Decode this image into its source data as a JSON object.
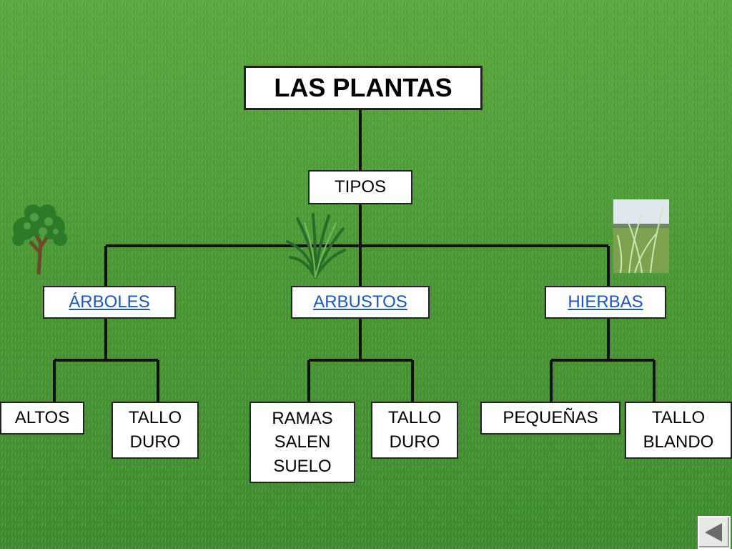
{
  "title": "LAS PLANTAS",
  "level1": {
    "label": "TIPOS"
  },
  "categories": [
    {
      "label": "ÁRBOLES",
      "traits": [
        [
          "ALTOS"
        ],
        [
          "TALLO",
          "DURO"
        ]
      ]
    },
    {
      "label": "ARBUSTOS",
      "traits": [
        [
          "RAMAS",
          "SALEN",
          "SUELO"
        ],
        [
          "TALLO",
          "DURO"
        ]
      ]
    },
    {
      "label": "HIERBAS",
      "traits": [
        [
          "PEQUEÑAS"
        ],
        [
          "TALLO",
          "BLANDO"
        ]
      ]
    }
  ],
  "icons": {
    "tree": "tree-icon",
    "shrub": "shrub-icon",
    "grass": "grass-photo-icon",
    "nav": "back-arrow-icon"
  },
  "colors": {
    "grass": "#4f9a3a",
    "link": "#1a56c8",
    "line": "#111111"
  }
}
